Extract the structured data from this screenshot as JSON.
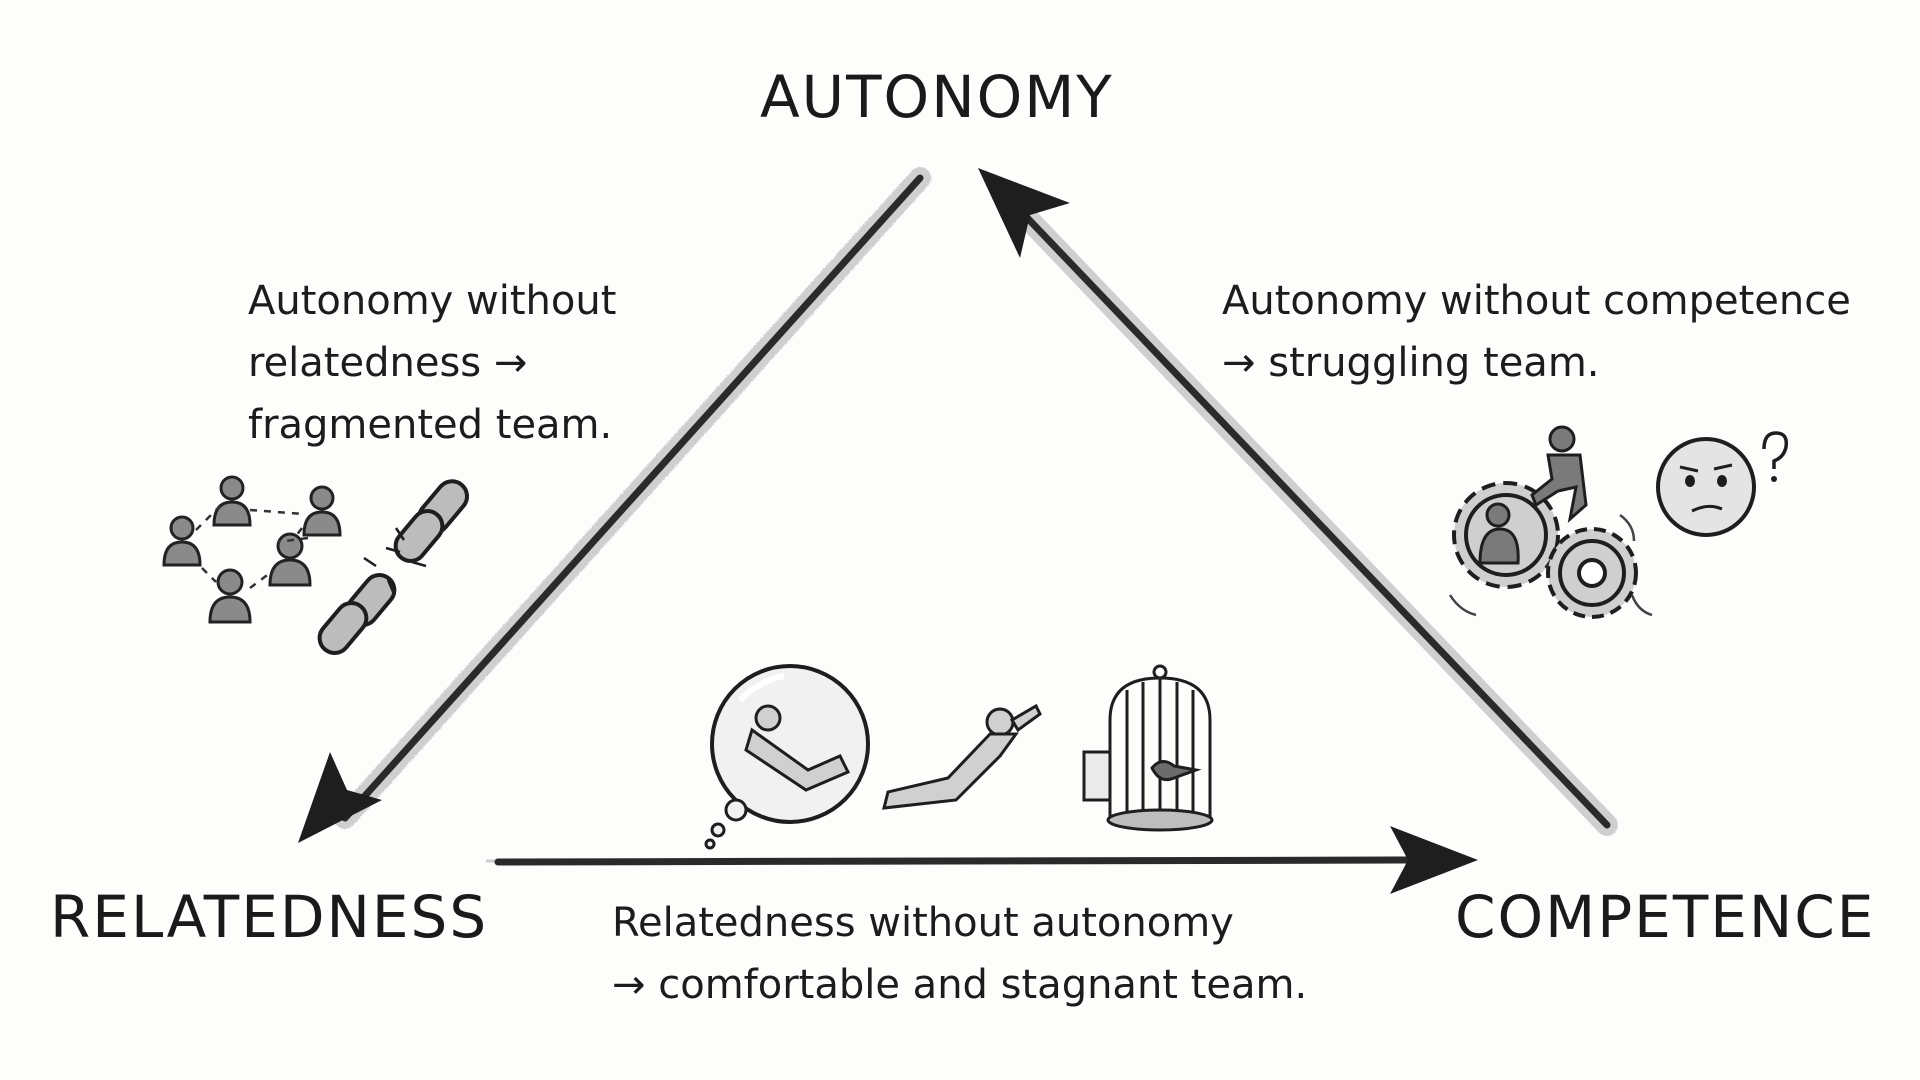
{
  "nodes": {
    "autonomy": "AUTONOMY",
    "relatedness": "RELATEDNESS",
    "competence": "COMPETENCE"
  },
  "notes": {
    "autonomy_relatedness": {
      "line1": "Autonomy without",
      "line2": "relatedness →",
      "line3": "fragmented team."
    },
    "autonomy_competence": {
      "line1": "Autonomy without competence",
      "line2": "→ struggling team."
    },
    "relatedness_autonomy": {
      "line1": "Relatedness without autonomy",
      "line2": "→ comfortable and stagnant team."
    }
  },
  "icons": {
    "left": [
      "people-network-icon",
      "broken-chain-icon"
    ],
    "right": [
      "gears-with-climbing-people-icon",
      "confused-face-icon"
    ],
    "bottom": [
      "person-in-thought-bubble-icon",
      "reclining-person-icon",
      "open-birdcage-icon"
    ]
  }
}
